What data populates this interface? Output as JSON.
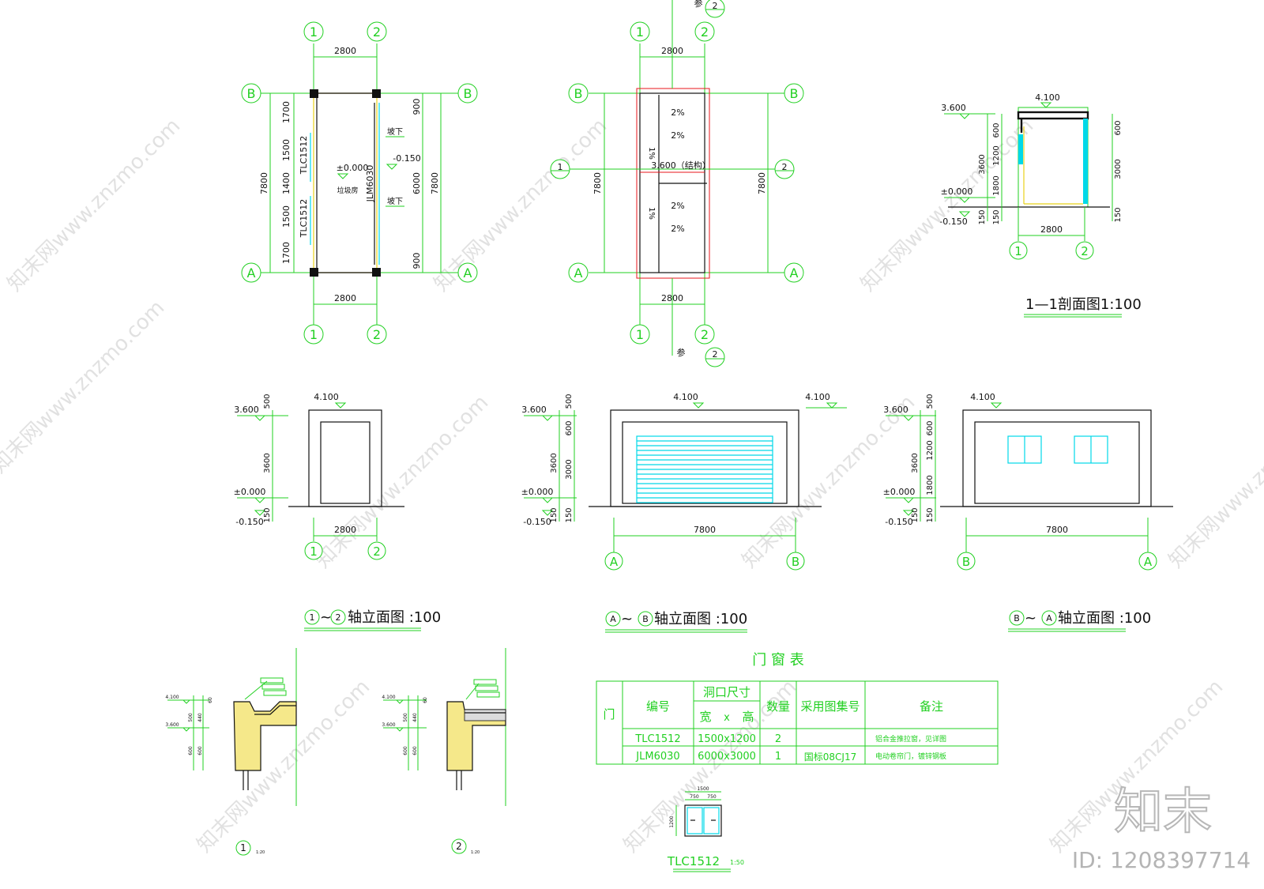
{
  "plan": {
    "dim_top": "2800",
    "dim_bottom": "2800",
    "dims_left": [
      "1700",
      "1500",
      "1400",
      "1500",
      "1700"
    ],
    "dim_left_total": "7800",
    "dims_right": [
      "900",
      "6000",
      "900"
    ],
    "dim_right_total": "7800",
    "axes": {
      "one": "1",
      "two": "2",
      "a": "A",
      "b": "B"
    },
    "window_tags": [
      "TLC1512",
      "TLC1512"
    ],
    "door_tag": "JLM6030",
    "room_name": "垃圾房",
    "level_floor": "±0.000",
    "level_out": "-0.150",
    "slope_down": [
      "坡下",
      "坡下"
    ]
  },
  "roof": {
    "dim_top": "2800",
    "dim_bottom": "2800",
    "dim_left": "7800",
    "dim_right": "7800",
    "slopes": [
      "2%",
      "2%",
      "2%",
      "2%"
    ],
    "slope_side": [
      "1%",
      "1%"
    ],
    "level": "3.600（结构）",
    "ref_text": "参",
    "ref_num": "2",
    "section_marks": [
      "1",
      "2"
    ]
  },
  "section": {
    "levels": [
      "4.100",
      "3.600",
      "±0.000",
      "-0.150"
    ],
    "dims_left": [
      "600",
      "1200",
      "3600",
      "1800",
      "150",
      "150"
    ],
    "dims_right": [
      "600",
      "3000",
      "150"
    ],
    "dim_bottom": "2800",
    "title": "1—1剖面图1:100"
  },
  "elev1": {
    "levels": [
      "3.600",
      "4.100",
      "±0.000",
      "-0.150"
    ],
    "dims": [
      "500",
      "3600",
      "150"
    ],
    "dim_bottom": "2800",
    "title_a": "1",
    "title_b": "2",
    "title_text": "轴立面图 :100"
  },
  "elev2": {
    "levels": [
      "3.600",
      "4.100",
      "4.100",
      "±0.000",
      "-0.150"
    ],
    "dims": [
      "500",
      "600",
      "3600",
      "3000",
      "150",
      "150"
    ],
    "dim_bottom": "7800",
    "title_a": "A",
    "title_b": "B",
    "title_text": "轴立面图 :100"
  },
  "elev3": {
    "levels": [
      "3.600",
      "4.100",
      "±0.000",
      "-0.150"
    ],
    "dims": [
      "500",
      "600",
      "3600",
      "1200",
      "1800",
      "150",
      "150"
    ],
    "dim_bottom": "7800",
    "title_a": "B",
    "title_b": "A",
    "title_text": "轴立面图 :100"
  },
  "details": {
    "d1": {
      "num": "1",
      "scale": "1:20",
      "levels": [
        "4.100",
        "3.600"
      ],
      "dims": [
        "60",
        "500",
        "440",
        "600",
        "600"
      ]
    },
    "d2": {
      "num": "2",
      "scale": "1:20",
      "levels": [
        "4.100",
        "3.600"
      ],
      "dims": [
        "60",
        "500",
        "440",
        "600",
        "600"
      ]
    }
  },
  "table": {
    "title": "门 窗 表",
    "head_type": "门",
    "head_code": "编号",
    "head_size": "洞口尺寸",
    "head_w": "宽",
    "head_x": "x",
    "head_h": "高",
    "head_qty": "数量",
    "head_atlas": "采用图集号",
    "head_note": "备注",
    "rows": [
      {
        "code": "TLC1512",
        "size": "1500x1200",
        "qty": "2",
        "atlas": "",
        "note": "铝合金推拉窗，见详图"
      },
      {
        "code": "JLM6030",
        "size": "6000x3000",
        "qty": "1",
        "atlas": "国标08CJ17",
        "note": "电动卷帘门，镀锌钢板"
      }
    ]
  },
  "window_detail": {
    "dim_total": "1500",
    "dim_a": "750",
    "dim_b": "750",
    "dim_h": "1200",
    "label": "TLC1512",
    "scale": "1:50"
  },
  "brand": {
    "logo": "知末",
    "id_text": "ID: 1208397714"
  },
  "watermark": "知末网www.znzmo.com",
  "colors": {
    "line": "#22d022",
    "wall": "#111111",
    "axis": "#e8141b",
    "glass": "#00d8e8",
    "column": "#e8d21a"
  }
}
